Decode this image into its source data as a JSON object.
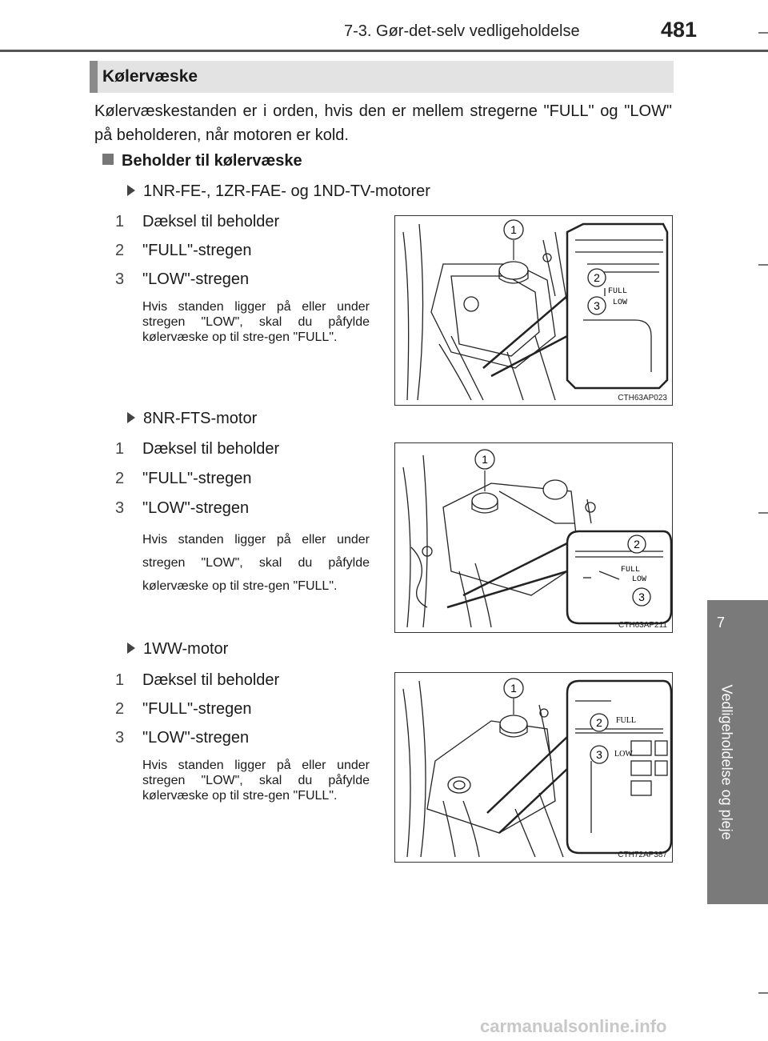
{
  "header": {
    "title": "7-3. Gør-det-selv vedligeholdelse",
    "page_number": "481"
  },
  "chapter_tab": {
    "number": "7",
    "label": "Vedligeholdelse og pleje"
  },
  "section": {
    "title": "Kølervæske",
    "intro": "Kølervæskestanden er i orden, hvis den er mellem stregerne \"FULL\" og \"LOW\" på beholderen, når motoren er kold.",
    "subheading": "Beholder til kølervæske"
  },
  "engines": [
    {
      "title": "1NR-FE-, 1ZR-FAE- og 1ND-TV-motorer",
      "items": [
        {
          "num": "1",
          "label": "Dæksel til beholder"
        },
        {
          "num": "2",
          "label": "\"FULL\"-stregen"
        },
        {
          "num": "3",
          "label": "\"LOW\"-stregen"
        }
      ],
      "note": "Hvis standen ligger på eller under stregen \"LOW\", skal du påfylde kølervæske op til stre-gen \"FULL\".",
      "figure_code": "CTH63AP023",
      "callouts": [
        "1",
        "2",
        "3"
      ],
      "level_labels": [
        "FULL",
        "LOW"
      ]
    },
    {
      "title": "8NR-FTS-motor",
      "items": [
        {
          "num": "1",
          "label": "Dæksel til beholder"
        },
        {
          "num": "2",
          "label": "\"FULL\"-stregen"
        },
        {
          "num": "3",
          "label": "\"LOW\"-stregen"
        }
      ],
      "note": "Hvis standen ligger på eller under stregen \"LOW\", skal du påfylde kølervæske op til stre-gen \"FULL\".",
      "figure_code": "CTH63AP211",
      "callouts": [
        "1",
        "2",
        "3"
      ],
      "level_labels": [
        "FULL",
        "LOW"
      ]
    },
    {
      "title": "1WW-motor",
      "items": [
        {
          "num": "1",
          "label": "Dæksel til beholder"
        },
        {
          "num": "2",
          "label": "\"FULL\"-stregen"
        },
        {
          "num": "3",
          "label": "\"LOW\"-stregen"
        }
      ],
      "note": "Hvis standen ligger på eller under stregen \"LOW\", skal du påfylde kølervæske op til stre-gen \"FULL\".",
      "figure_code": "CTH72AP387",
      "callouts": [
        "1",
        "2",
        "3"
      ],
      "level_labels": [
        "FULL",
        "LOW"
      ]
    }
  ],
  "watermark": "carmanualsonline.info"
}
